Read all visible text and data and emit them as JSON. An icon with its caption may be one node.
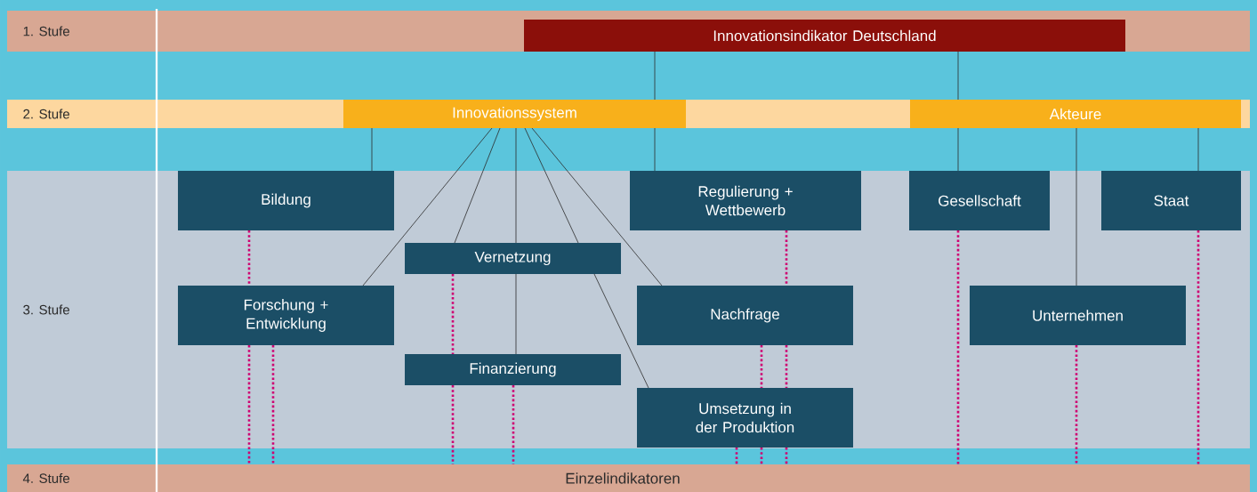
{
  "diagram": {
    "nodes": [
      {
        "text": [
          "1. Stufe"
        ]
      },
      {
        "text": [
          "Innovationsindikator Deutschland"
        ],
        "in": 0
      },
      {
        "text": [
          "2. Stufe"
        ]
      },
      {
        "text": [
          "Innovationssystem"
        ],
        "in": 2
      },
      {
        "text": [
          "Akteure"
        ],
        "in": 2
      },
      {
        "text": [
          "3. Stufe"
        ]
      },
      {
        "text": [
          "Bildung"
        ],
        "in": 5
      },
      {
        "text": [
          "Regulierung + Wettbewerb"
        ],
        "in": 5
      },
      {
        "text": [
          "Gesellschaft"
        ],
        "in": 5
      },
      {
        "text": [
          "Staat"
        ],
        "in": 5
      },
      {
        "text": [
          "Vernetzung"
        ],
        "in": 5
      },
      {
        "text": [
          "Forschung + Entwicklung"
        ],
        "in": 5
      },
      {
        "text": [
          "Nachfrage"
        ],
        "in": 5
      },
      {
        "text": [
          "Unternehmen"
        ],
        "in": 5
      },
      {
        "text": [
          "Finanzierung"
        ],
        "in": 5
      },
      {
        "text": [
          "Umsetzung in der Produktion"
        ],
        "in": 5
      },
      {
        "text": [
          "4. Stufe",
          "Einzelindikatoren"
        ]
      }
    ],
    "edges": [
      {
        "from": 1,
        "to": 3,
        "arrow": "none",
        "color": "#2b2b2b"
      },
      {
        "from": 1,
        "to": 4,
        "arrow": "none",
        "color": "#2b2b2b"
      },
      {
        "from": 3,
        "to": 6,
        "arrow": "none",
        "color": "#2b2b2b"
      },
      {
        "from": 3,
        "to": 11,
        "arrow": "none",
        "color": "#2b2b2b"
      },
      {
        "from": 3,
        "to": 10,
        "arrow": "none",
        "color": "#2b2b2b"
      },
      {
        "from": 3,
        "to": 10,
        "arrow": "none",
        "color": "#2b2b2b"
      },
      {
        "from": 10,
        "to": 14,
        "arrow": "none",
        "color": "#2b2b2b"
      },
      {
        "from": 3,
        "to": 10,
        "arrow": "none",
        "color": "#2b2b2b"
      },
      {
        "from": 10,
        "to": 15,
        "arrow": "none",
        "color": "#2b2b2b"
      },
      {
        "from": 3,
        "to": 12,
        "arrow": "none",
        "color": "#2b2b2b"
      },
      {
        "from": 3,
        "to": 7,
        "arrow": "none",
        "color": "#2b2b2b"
      },
      {
        "from": 4,
        "to": 8,
        "arrow": "none",
        "color": "#2b2b2b"
      },
      {
        "from": 4,
        "to": 13,
        "arrow": "none",
        "color": "#2b2b2b"
      },
      {
        "from": 4,
        "to": 9,
        "arrow": "none",
        "color": "#2b2b2b"
      },
      {
        "from": 6,
        "to": 11,
        "arrow": "none",
        "style": "dashed"
      },
      {
        "from": 11,
        "to": 16,
        "arrow": "none",
        "style": "dashed"
      },
      {
        "from": 11,
        "to": 16,
        "arrow": "none",
        "style": "dashed"
      },
      {
        "from": 10,
        "to": 14,
        "arrow": "none",
        "style": "dashed"
      },
      {
        "from": 14,
        "to": 16,
        "arrow": "none",
        "style": "dashed"
      },
      {
        "from": 14,
        "to": 16,
        "arrow": "none",
        "style": "dashed"
      },
      {
        "from": 7,
        "to": 12,
        "arrow": "none",
        "style": "dashed"
      },
      {
        "from": 12,
        "to": 15,
        "arrow": "none",
        "style": "dashed"
      },
      {
        "from": 12,
        "to": 15,
        "arrow": "none",
        "style": "dashed"
      },
      {
        "from": 15,
        "to": 16,
        "arrow": "none",
        "style": "dashed"
      },
      {
        "from": 15,
        "to": 16,
        "arrow": "none",
        "style": "dashed"
      },
      {
        "from": 15,
        "to": 16,
        "arrow": "none",
        "style": "dashed"
      },
      {
        "from": 8,
        "to": 16,
        "arrow": "none",
        "style": "dashed"
      },
      {
        "from": 13,
        "to": 16,
        "arrow": "none",
        "style": "dashed"
      },
      {
        "from": 9,
        "to": 16,
        "arrow": "none",
        "style": "dashed"
      }
    ]
  }
}
